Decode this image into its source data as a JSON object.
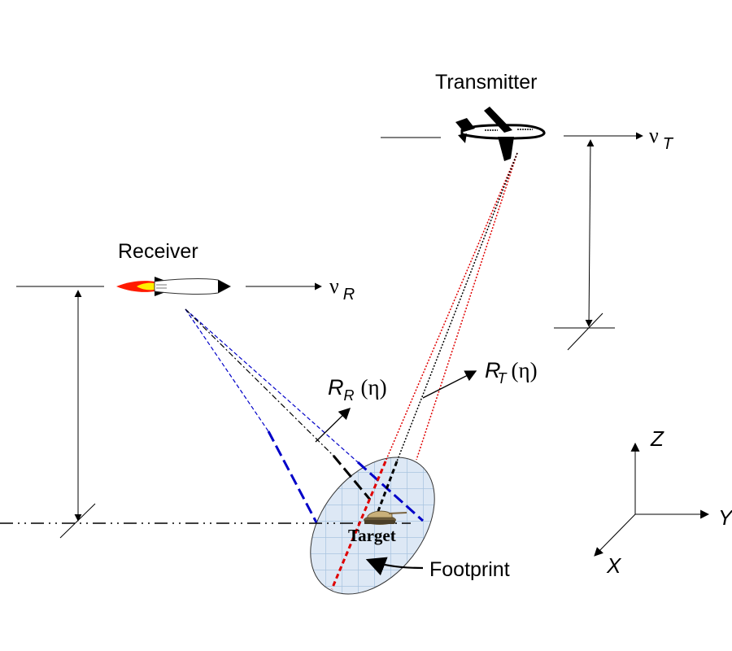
{
  "labels": {
    "transmitter": "Transmitter",
    "receiver": "Receiver",
    "target": "Target",
    "footprint": "Footprint"
  },
  "velocity": {
    "transmitter": {
      "symbol": "ν",
      "subscript": "T"
    },
    "receiver": {
      "symbol": "ν",
      "subscript": "R"
    }
  },
  "ranges": {
    "receiver": {
      "symbol": "R",
      "subscript": "R",
      "arg": "(η)"
    },
    "transmitter": {
      "symbol": "R",
      "subscript": "T",
      "arg": "(η)"
    }
  },
  "axes": {
    "x": "X",
    "y": "Y",
    "z": "Z"
  },
  "colors": {
    "transmitter_beam": "#e00000",
    "receiver_beam": "#0000c8",
    "footprint_fill": "#dde8f5",
    "footprint_grid": "#a9c4e0",
    "flame_outer": "#ff1a00",
    "flame_inner": "#ffee00"
  }
}
